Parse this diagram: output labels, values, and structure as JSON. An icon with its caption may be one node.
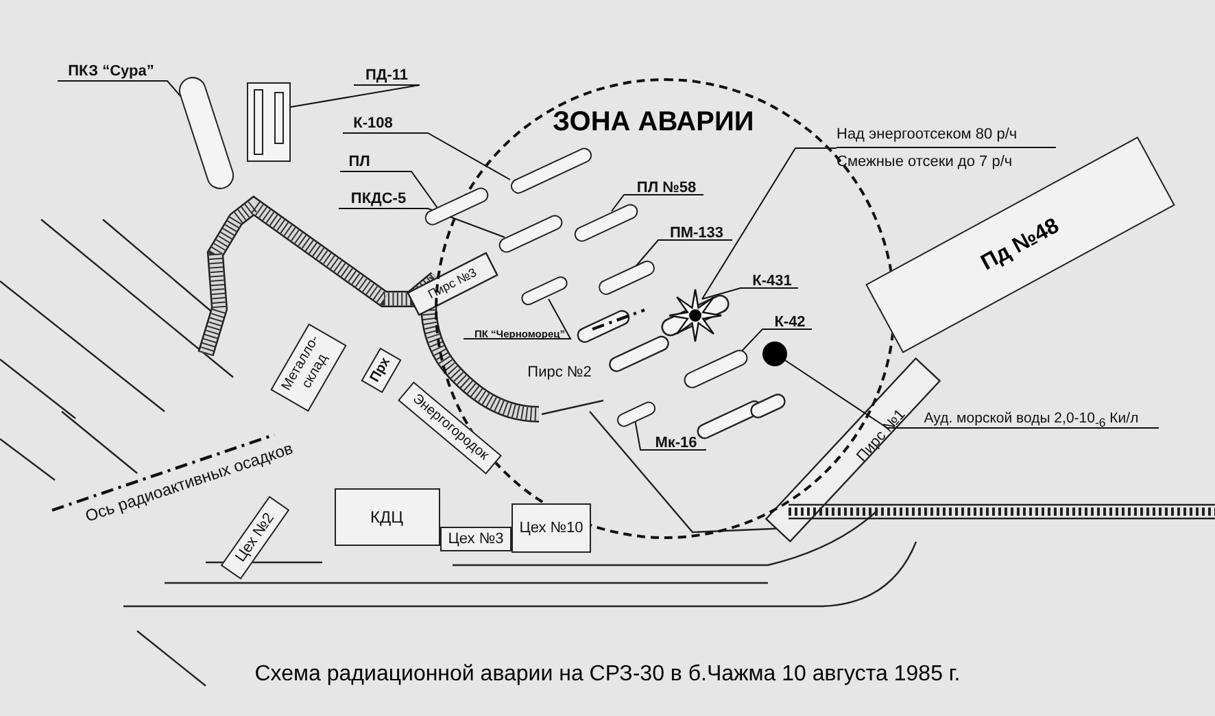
{
  "diagram": {
    "caption": "Схема радиационной аварии на СРЗ-30 в б.Чажма 10 августа 1985 г.",
    "nodes": [
      {
        "text": [
          "ЗОНА АВАРИИ"
        ]
      },
      {
        "text": [
          "ПКЗ “Сура”"
        ]
      },
      {
        "text": [],
        "shape": "ship"
      },
      {
        "text": [
          "ПД-11"
        ]
      },
      {
        "text": [],
        "shape": "box"
      },
      {
        "text": [
          "К-108"
        ]
      },
      {
        "text": [],
        "shape": "ship",
        "in": 0
      },
      {
        "text": [
          "ПЛ"
        ]
      },
      {
        "text": [],
        "shape": "ship"
      },
      {
        "text": [
          "ПКДС-5"
        ]
      },
      {
        "text": [],
        "shape": "ship",
        "in": 0
      },
      {
        "text": [
          "ПЛ №58"
        ],
        "in": 0
      },
      {
        "text": [],
        "shape": "ship",
        "in": 0
      },
      {
        "text": [
          "ПМ-133"
        ],
        "in": 0
      },
      {
        "text": [],
        "shape": "ship",
        "in": 0
      },
      {
        "text": [
          "Над энергоотсеком 80 р/ч",
          "Смежные отсеки до 7 р/ч"
        ]
      },
      {
        "text": [
          "К-431"
        ],
        "in": 0
      },
      {
        "text": [],
        "shape": "ship",
        "in": 0
      },
      {
        "text": [
          "К-42"
        ],
        "in": 0
      },
      {
        "text": [],
        "shape": "ship",
        "in": 0
      },
      {
        "text": [
          "Ауд. морской воды 2,0-10$_{-6}$ Ки/л"
        ]
      },
      {
        "text": [],
        "shape": "circle",
        "in": 0
      },
      {
        "text": [
          "ПК “Черноморец”"
        ],
        "in": 0
      },
      {
        "text": [],
        "shape": "ship",
        "in": 0
      },
      {
        "text": [
          "Мк-16"
        ],
        "in": 0
      },
      {
        "text": [],
        "shape": "ship",
        "in": 0
      },
      {
        "text": [
          "Пд №48"
        ]
      },
      {
        "text": [
          "Металло-склад"
        ]
      },
      {
        "text": [
          "Прх"
        ]
      },
      {
        "text": [
          "Энергогородок"
        ]
      },
      {
        "text": [
          "КДЦ"
        ]
      },
      {
        "text": [
          "Цех №3"
        ]
      },
      {
        "text": [
          "Цех №10"
        ]
      },
      {
        "text": [
          "Цех №2"
        ]
      }
    ],
    "edges": [
      {
        "from": 1,
        "to": 2,
        "arrow": "none"
      },
      {
        "from": 3,
        "to": 4,
        "arrow": "none"
      },
      {
        "from": 5,
        "to": 6,
        "arrow": "none"
      },
      {
        "from": 7,
        "to": 8,
        "arrow": "none"
      },
      {
        "from": 9,
        "to": 10,
        "arrow": "none"
      },
      {
        "from": 11,
        "to": 12,
        "arrow": "none"
      },
      {
        "from": 13,
        "to": 14,
        "arrow": "none"
      },
      {
        "from": 15,
        "to": 17,
        "arrow": "none"
      },
      {
        "from": 16,
        "to": 17,
        "arrow": "none"
      },
      {
        "from": 18,
        "to": 19,
        "arrow": "none"
      },
      {
        "from": 20,
        "to": 21,
        "arrow": "none"
      },
      {
        "from": 22,
        "to": 23,
        "arrow": "none"
      },
      {
        "from": 24,
        "to": 25,
        "arrow": "none"
      }
    ],
    "labels": [
      "Пирс №3",
      "Пирс №2",
      "Пирс №1",
      "Ось радиоактивных осадков"
    ]
  }
}
